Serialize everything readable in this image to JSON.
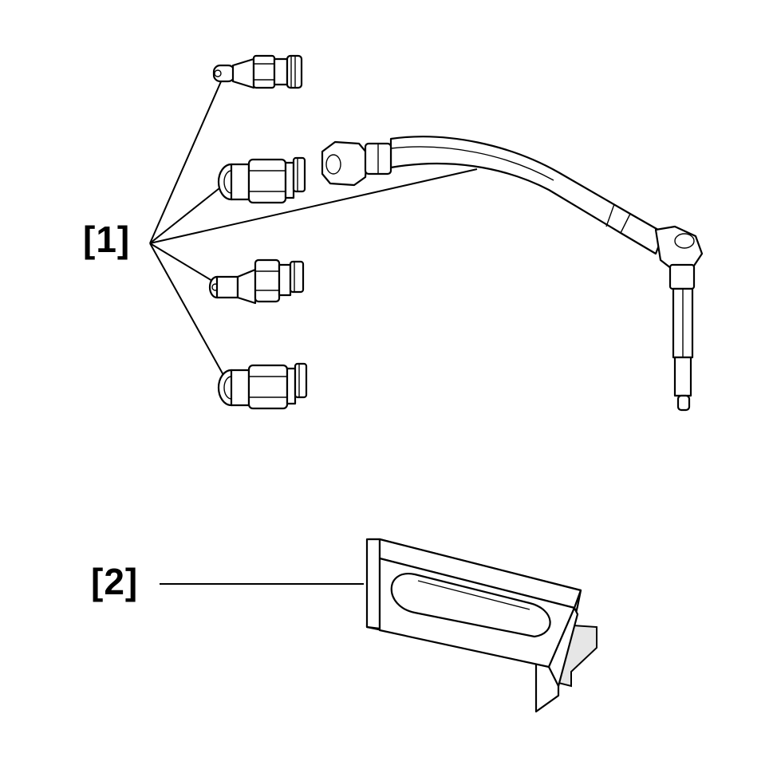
{
  "callouts": [
    {
      "id": "1",
      "text": "[1]"
    },
    {
      "id": "2",
      "text": "[2]"
    }
  ],
  "colors": {
    "line": "#000000",
    "background": "#ffffff"
  }
}
